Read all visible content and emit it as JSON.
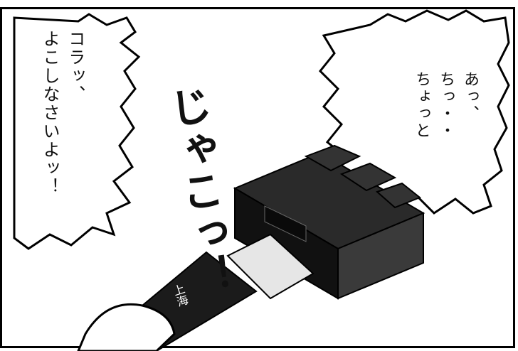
{
  "panel": {
    "speech_left": "コラッ、\nよこしなさいよッ！",
    "speech_right": "あっ、\nちっ・・\nちょっと",
    "sound_effect": "じゃこっ！",
    "device_label": "上海"
  }
}
